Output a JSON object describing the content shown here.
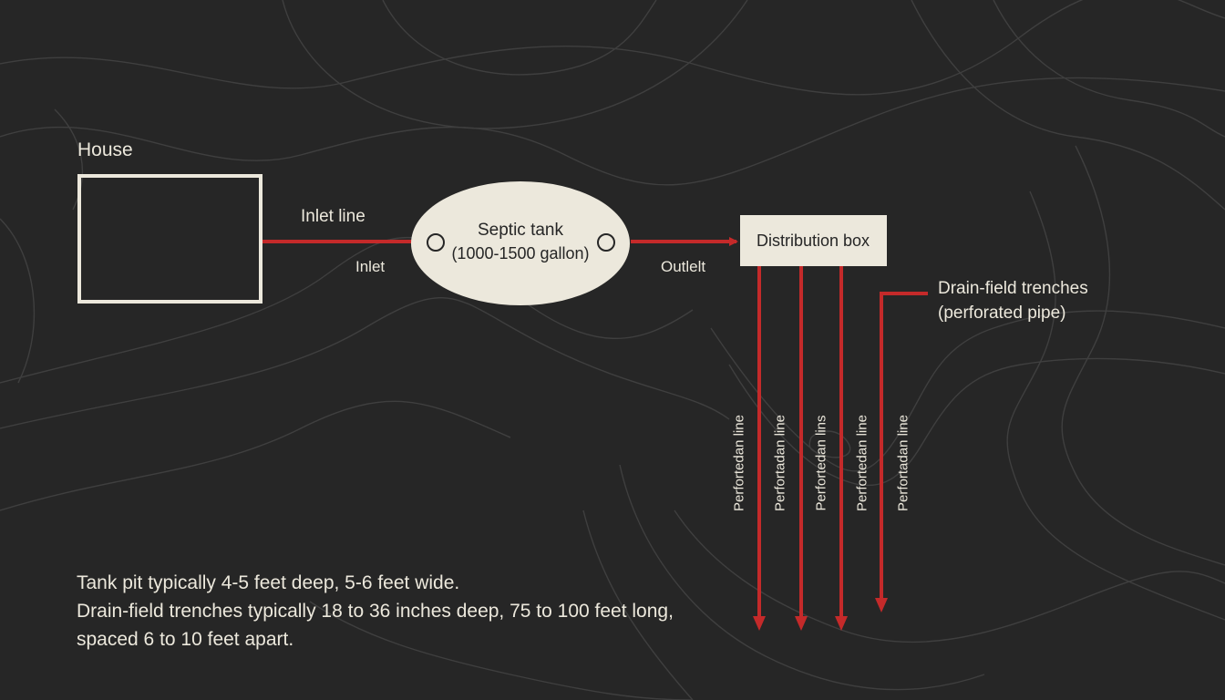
{
  "colors": {
    "background": "#262626",
    "pipe": "#c42a2a",
    "box_fill": "#ece8dc",
    "text": "#ece8dc",
    "contour": "#3f3f3f"
  },
  "house": {
    "label": "House"
  },
  "inlet_line": {
    "label": "Inlet line"
  },
  "tank": {
    "title": "Septic tank",
    "capacity": "(1000-1500 gallon)",
    "inlet_label": "Inlet",
    "outlet_label": "Outlelt"
  },
  "distribution_box": {
    "label": "Distribution box"
  },
  "drain_field": {
    "label_line1": "Drain-field trenches",
    "label_line2": "(perforated pipe)",
    "lines": [
      {
        "label": "Perfortedan line"
      },
      {
        "label": "Perfortadan line"
      },
      {
        "label": "Perfortedan lins"
      },
      {
        "label": "Perfortedan line"
      },
      {
        "label": "Perfortadan line"
      }
    ]
  },
  "notes": [
    "Tank pit typically 4-5 feet deep, 5-6 feet wide.",
    "Drain-field trenches typically 18 to 36 inches deep, 75 to 100 feet long,",
    "spaced 6 to 10 feet apart."
  ]
}
